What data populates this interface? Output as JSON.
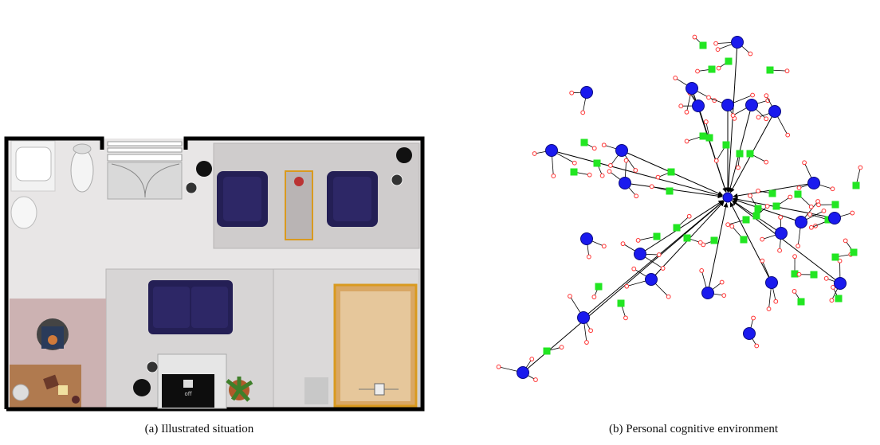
{
  "captions": {
    "a": "(a)  Illustrated situation",
    "b": "(b)  Personal cognitive environment"
  },
  "room_labels": {
    "tv_screen": "off"
  },
  "colors": {
    "wall": "#000000",
    "floor": "#e8e6e6",
    "rug": "#cfcccc",
    "desk_area": "#ccb2b2",
    "desk": "#b07a4f",
    "sofa": "#241f55",
    "bed_frame": "#d99a1f",
    "graph_node": "#1a1aee",
    "graph_relation": "#22e622",
    "graph_leaf": "#ff3333"
  }
}
